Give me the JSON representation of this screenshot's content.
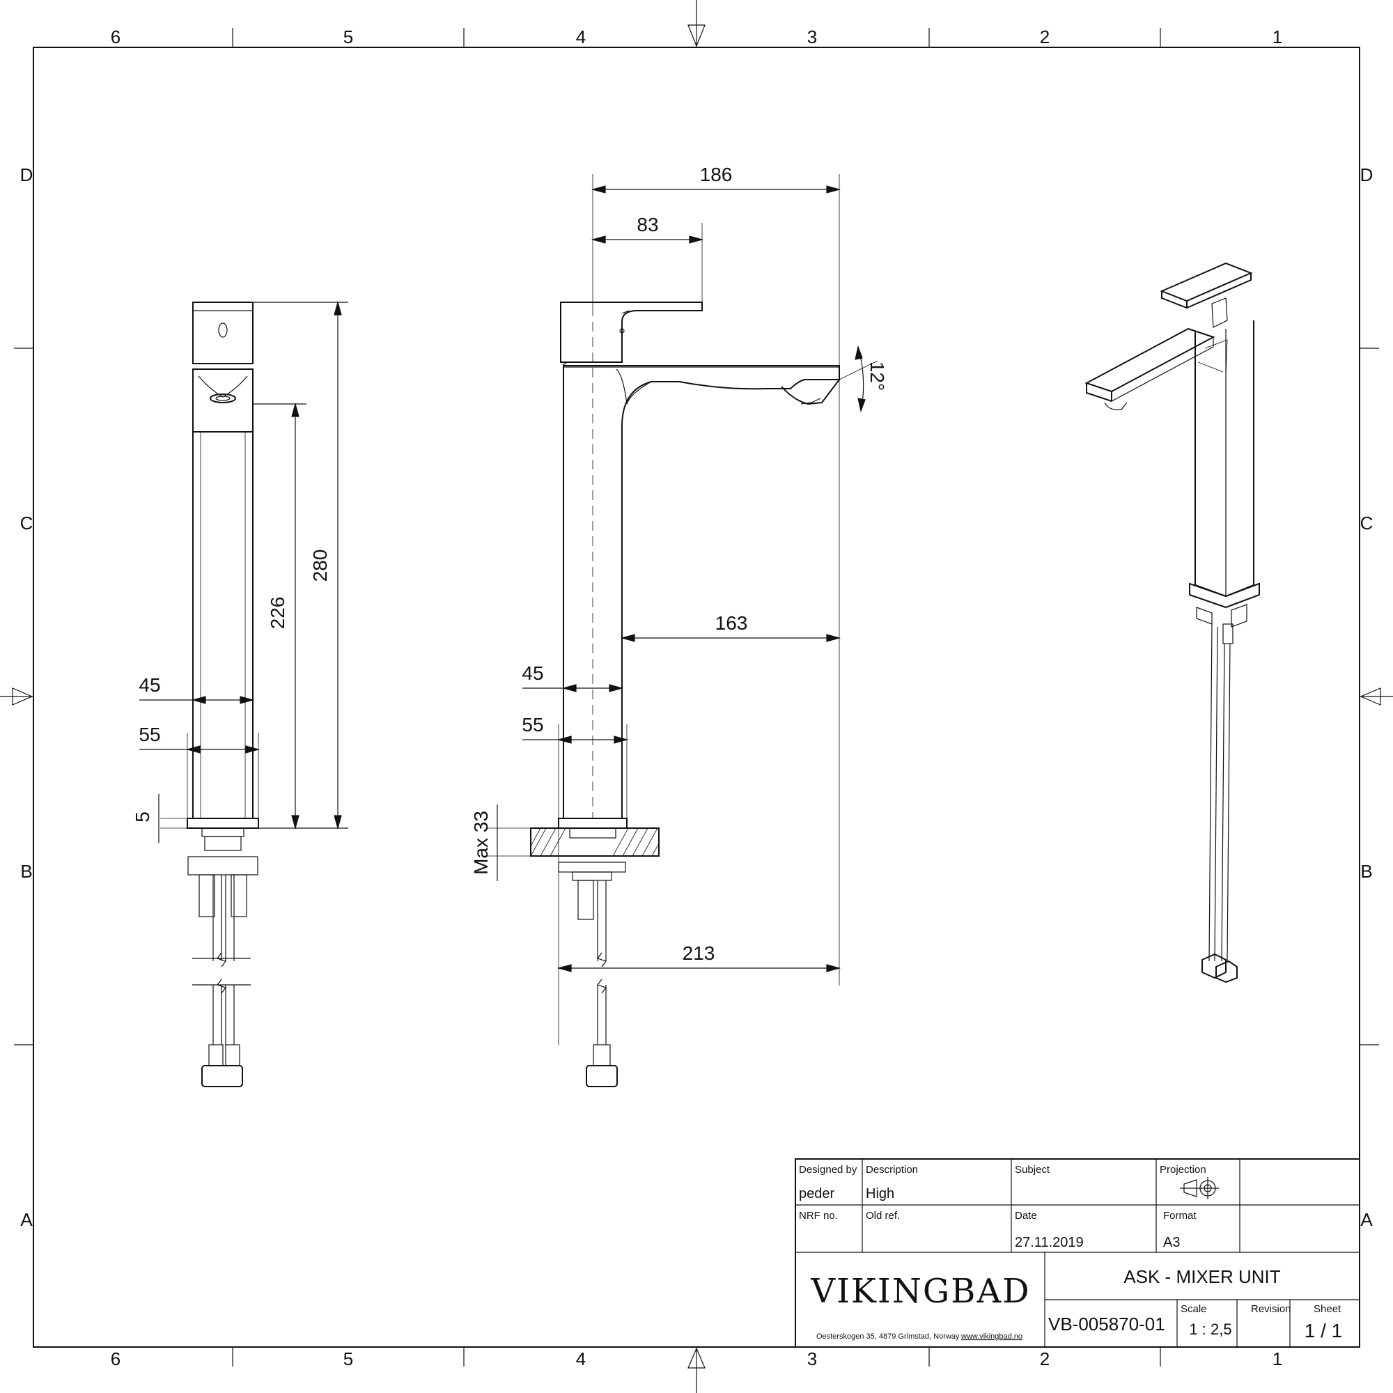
{
  "zones": {
    "columns": [
      "6",
      "5",
      "4",
      "3",
      "2",
      "1"
    ],
    "rows": [
      "D",
      "C",
      "B",
      "A"
    ]
  },
  "dimensions": {
    "side_45": "45",
    "side_55": "55",
    "side_5": "5",
    "side_226": "226",
    "side_280": "280",
    "front_186": "186",
    "front_83": "83",
    "front_12": "12°",
    "front_163": "163",
    "front_45": "45",
    "front_55": "55",
    "front_max33": "Max 33",
    "front_213": "213"
  },
  "title_block": {
    "designed_by_label": "Designed by",
    "designed_by": "peder",
    "description_label": "Description",
    "description": "High",
    "subject_label": "Subject",
    "subject": "",
    "projection_label": "Projection",
    "nrf_label": "NRF no.",
    "nrf": "",
    "old_ref_label": "Old ref.",
    "old_ref": "",
    "date_label": "Date",
    "date": "27.11.2019",
    "format_label": "Format",
    "format": "A3",
    "logo": "VIKINGBAD",
    "address": "Oesterskogen 35, 4879 Grimstad, Norway",
    "website": "www.vikingbad.no",
    "title": "ASK - MIXER UNIT",
    "drawing_no": "VB-005870-01",
    "scale_label": "Scale",
    "scale": "1 : 2,5",
    "revision_label": "Revision",
    "revision": "",
    "sheet_label": "Sheet",
    "sheet": "1 / 1"
  }
}
